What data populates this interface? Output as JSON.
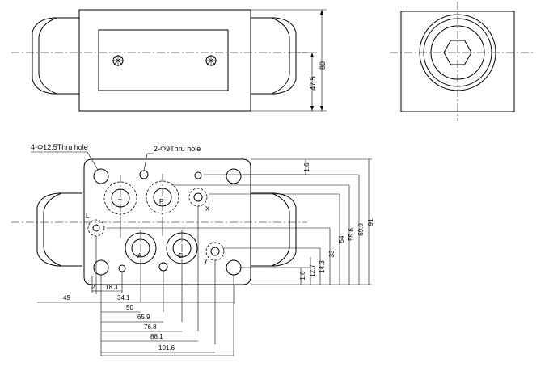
{
  "callouts": {
    "hole_large": "4-Φ12.5Thru hole",
    "hole_small": "2-Φ9Thru hole"
  },
  "port_labels": {
    "T": "T",
    "P": "P",
    "A": "A",
    "B": "B",
    "X": "X",
    "Y": "Y",
    "L": "L"
  },
  "top_view_dims": {
    "height": "80",
    "center_height": "47.5"
  },
  "right_dims": {
    "d1_6_top": "1.6",
    "d54": "54",
    "d55_6": "55.6",
    "d69_9": "69.9",
    "d91": "91",
    "d33": "33",
    "d14_3": "14.3",
    "d12_7": "12.7",
    "d1_6_bottom": "1.6"
  },
  "bottom_dims": {
    "d2": "2",
    "d18_3": "18.3",
    "d49": "49",
    "d34_1": "34.1",
    "d50": "50",
    "d65_9": "65.9",
    "d76_8": "76.8",
    "d88_1": "88.1",
    "d101_6": "101.6"
  }
}
